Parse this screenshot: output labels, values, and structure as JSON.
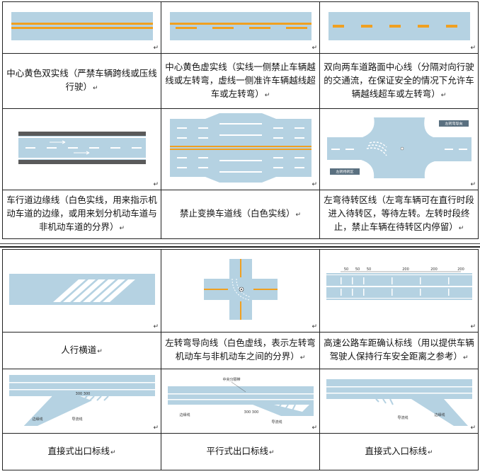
{
  "return_mark": "↵",
  "top_table": {
    "cells": [
      {
        "caption": "中心黄色双实线（严禁车辆跨线或压线行驶）",
        "icon": "double-solid-yellow-line"
      },
      {
        "caption": "中心黄色虚实线（实线一侧禁止车辆越线或左转弯，虚线一侧准许车辆越线超车或左转弯）",
        "icon": "yellow-solid-dashed-line"
      },
      {
        "caption": "双向两车道路面中心线（分隔对向行驶的交通流，在保证安全的情况下允许车辆越线超车或左转弯）",
        "icon": "yellow-dashed-center-line"
      },
      {
        "caption": "车行道边缘线（白色实线，用来指示机动车道的边缘，或用来划分机动车道与非机动车道的分界）",
        "icon": "edge-line"
      },
      {
        "caption": "禁止变换车道线（白色实线）",
        "icon": "no-lane-change-line"
      },
      {
        "caption": "左弯待转区线（左弯车辆可在直行时段进入待转区，等待左转。左转时段终止，禁止车辆在待转区内停留）",
        "icon": "left-turn-waiting-area"
      }
    ]
  },
  "bottom_table": {
    "cells": [
      {
        "caption": "人行横道",
        "icon": "crosswalk"
      },
      {
        "caption": "左转弯导向线（白色虚线，表示左转弯机动车与非机动车之间的分界）",
        "icon": "left-turn-guide-line"
      },
      {
        "caption": "高速公路车距确认标线（用以提供车辆驾驶人保持行车安全距离之参考）",
        "icon": "distance-confirmation-line"
      },
      {
        "caption": "直接式出口标线",
        "icon": "direct-exit-marking"
      },
      {
        "caption": "平行式出口标线",
        "icon": "parallel-exit-marking"
      },
      {
        "caption": "直接式入口标线",
        "icon": "direct-entrance-marking"
      }
    ]
  },
  "figure_text": {
    "turn_label_1": "左转弯导向",
    "turn_label_2": "左转待转区",
    "dist_50a": "50",
    "dist_50b": "50",
    "dist_50c": "50",
    "dist_200a": "200",
    "dist_200b": "200",
    "dist_200c": "200",
    "exit_dims": "300  300",
    "exit_edge": "边缘线",
    "exit_gore": "导流线",
    "par_center": "中央分隔带",
    "par_dims": "300  300",
    "par_edge": "边缘线",
    "par_gore": "导流线",
    "ent_edge": "边缘线",
    "ent_gore": "导流线"
  },
  "colors": {
    "road": "#b5d2e2",
    "road_light": "#c8dfec",
    "yellow": "#f0a020",
    "white": "#ffffff",
    "edge": "#555555"
  }
}
